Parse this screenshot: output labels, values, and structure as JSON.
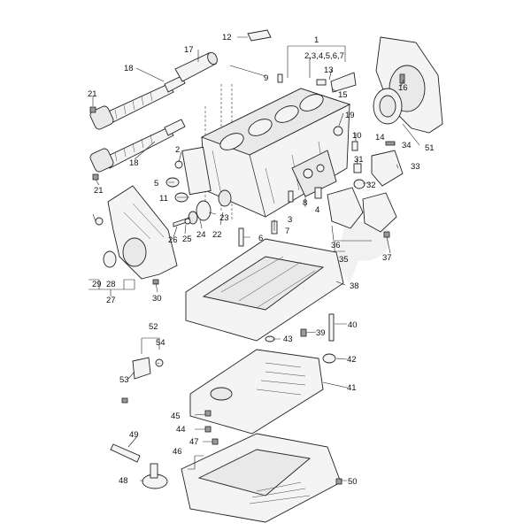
{
  "diagram": {
    "type": "exploded-parts-diagram",
    "callouts": {
      "c1": "1",
      "c2_7": "2,3,4,5,6,7",
      "c2": "2",
      "c3": "3",
      "c4": "4",
      "c5": "5",
      "c6": "6",
      "c7": "7",
      "c8": "8",
      "c9": "9",
      "c10": "10",
      "c11": "11",
      "c12": "12",
      "c13": "13",
      "c14": "14",
      "c15": "15",
      "c16": "16",
      "c17": "17",
      "c18a": "18",
      "c18b": "18",
      "c19": "19",
      "c21a": "21",
      "c21b": "21",
      "c22": "22",
      "c23": "23",
      "c24": "24",
      "c25": "25",
      "c26": "26",
      "c27": "27",
      "c28": "28",
      "c29": "29",
      "c30": "30",
      "c31": "31",
      "c32": "32",
      "c33": "33",
      "c34": "34",
      "c35": "35",
      "c36": "36",
      "c37": "37",
      "c38": "38",
      "c39": "39",
      "c40": "40",
      "c41": "41",
      "c42": "42",
      "c43": "43",
      "c44": "44",
      "c45": "45",
      "c46": "46",
      "c47": "47",
      "c48": "48",
      "c49": "49",
      "c50": "50",
      "c51": "51",
      "c52": "52",
      "c53": "53",
      "c54": "54"
    }
  }
}
